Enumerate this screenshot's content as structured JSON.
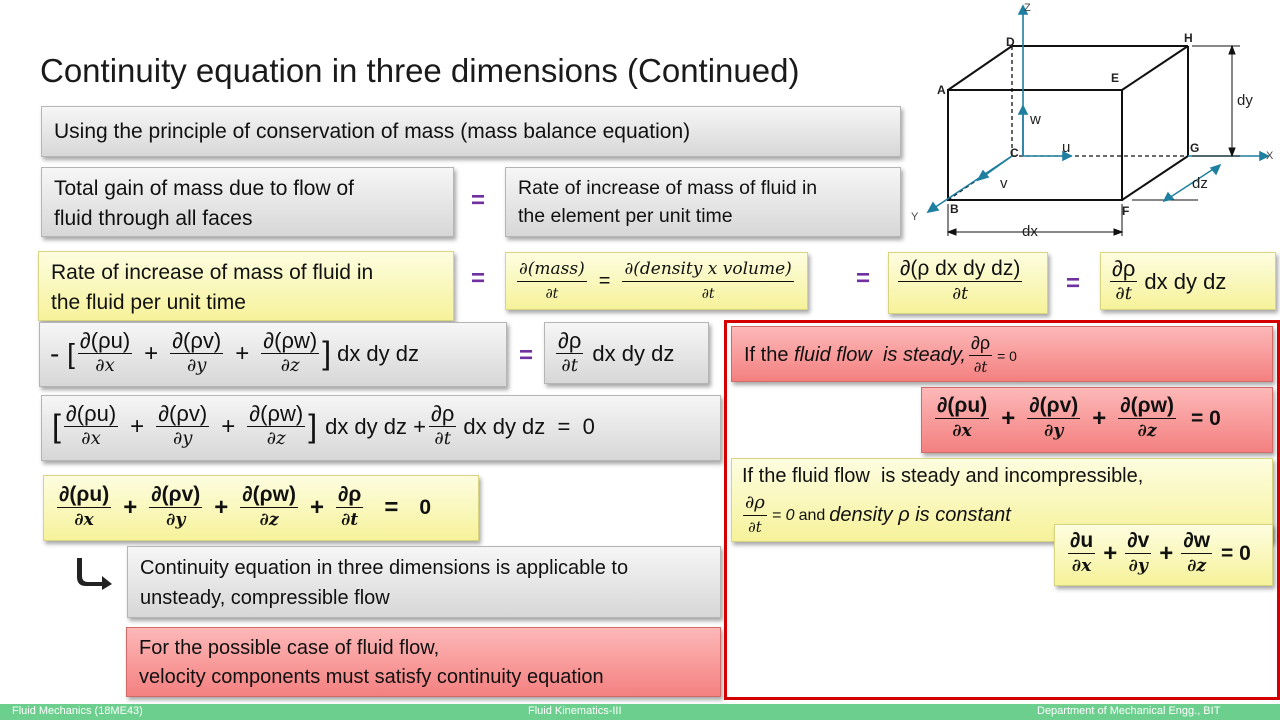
{
  "title": "Continuity equation in three dimensions (Continued)",
  "boxes": {
    "principle": "Using the principle of conservation of mass (mass balance equation)",
    "gain_l1": "Total gain of mass due to flow of",
    "gain_l2": "fluid through all faces",
    "rate_l1": "Rate of increase of mass of fluid in",
    "rate_l2": "the element per unit time",
    "rate2_l1": "Rate of increase of mass of fluid in",
    "rate2_l2": "the fluid per unit time",
    "applicable_l1": "Continuity equation in three dimensions is applicable to",
    "applicable_l2": "unsteady, compressible flow",
    "possible_l1": "For the possible case of fluid flow,",
    "possible_l2": "velocity components must satisfy continuity equation"
  },
  "symbols": {
    "equals": "=",
    "plus": "+",
    "minus_bracket": "- [",
    "open_bracket": "[",
    "close_bracket": "]",
    "zero": "0",
    "eq_zero": "= 0",
    "d_mass": "∂(mass)",
    "d_density_volume": "∂(density x volume)",
    "dt": "∂t",
    "dx": "∂x",
    "dy": "∂y",
    "dz": "∂z",
    "d_rho": "∂ρ",
    "d_rho_u": "∂(ρu)",
    "d_rho_v": "∂(ρv)",
    "d_rho_w": "∂(ρw)",
    "d_rho_dxdydz": "∂(ρ dx dy dz)",
    "du": "∂u",
    "dv": "∂v",
    "dw": "∂w",
    "dxdydz": "dx dy dz",
    "dxdydz_plus": "dx dy dz +",
    "dxdydz_eq0": "dx dy dz  =  0"
  },
  "steady": {
    "prefix": "If the ",
    "fluid_flow": "fluid flow",
    "is_steady": "  is steady,",
    "eq0": "= 0"
  },
  "incompressible": {
    "line1": "If the fluid flow  is steady and incompressible,",
    "eq0": "= 0",
    "and": "and",
    "density": "density ρ is constant"
  },
  "diagram": {
    "labels": {
      "z": "Z",
      "x": "X",
      "y": "Y",
      "A": "A",
      "B": "B",
      "C": "C",
      "D": "D",
      "E": "E",
      "F": "F",
      "G": "G",
      "H": "H",
      "u": "u",
      "v": "v",
      "w": "w",
      "dx": "dx",
      "dy": "dy",
      "dz": "dz"
    },
    "accent": "#1f7fa0"
  },
  "footer": {
    "left": "Fluid Mechanics (18ME43)",
    "center": "Fluid Kinematics-III",
    "right": "Department of Mechanical Engg., BIT"
  },
  "colors": {
    "frame": "#d40000",
    "equals": "#7030a0",
    "footer": "#6ccf8e"
  }
}
